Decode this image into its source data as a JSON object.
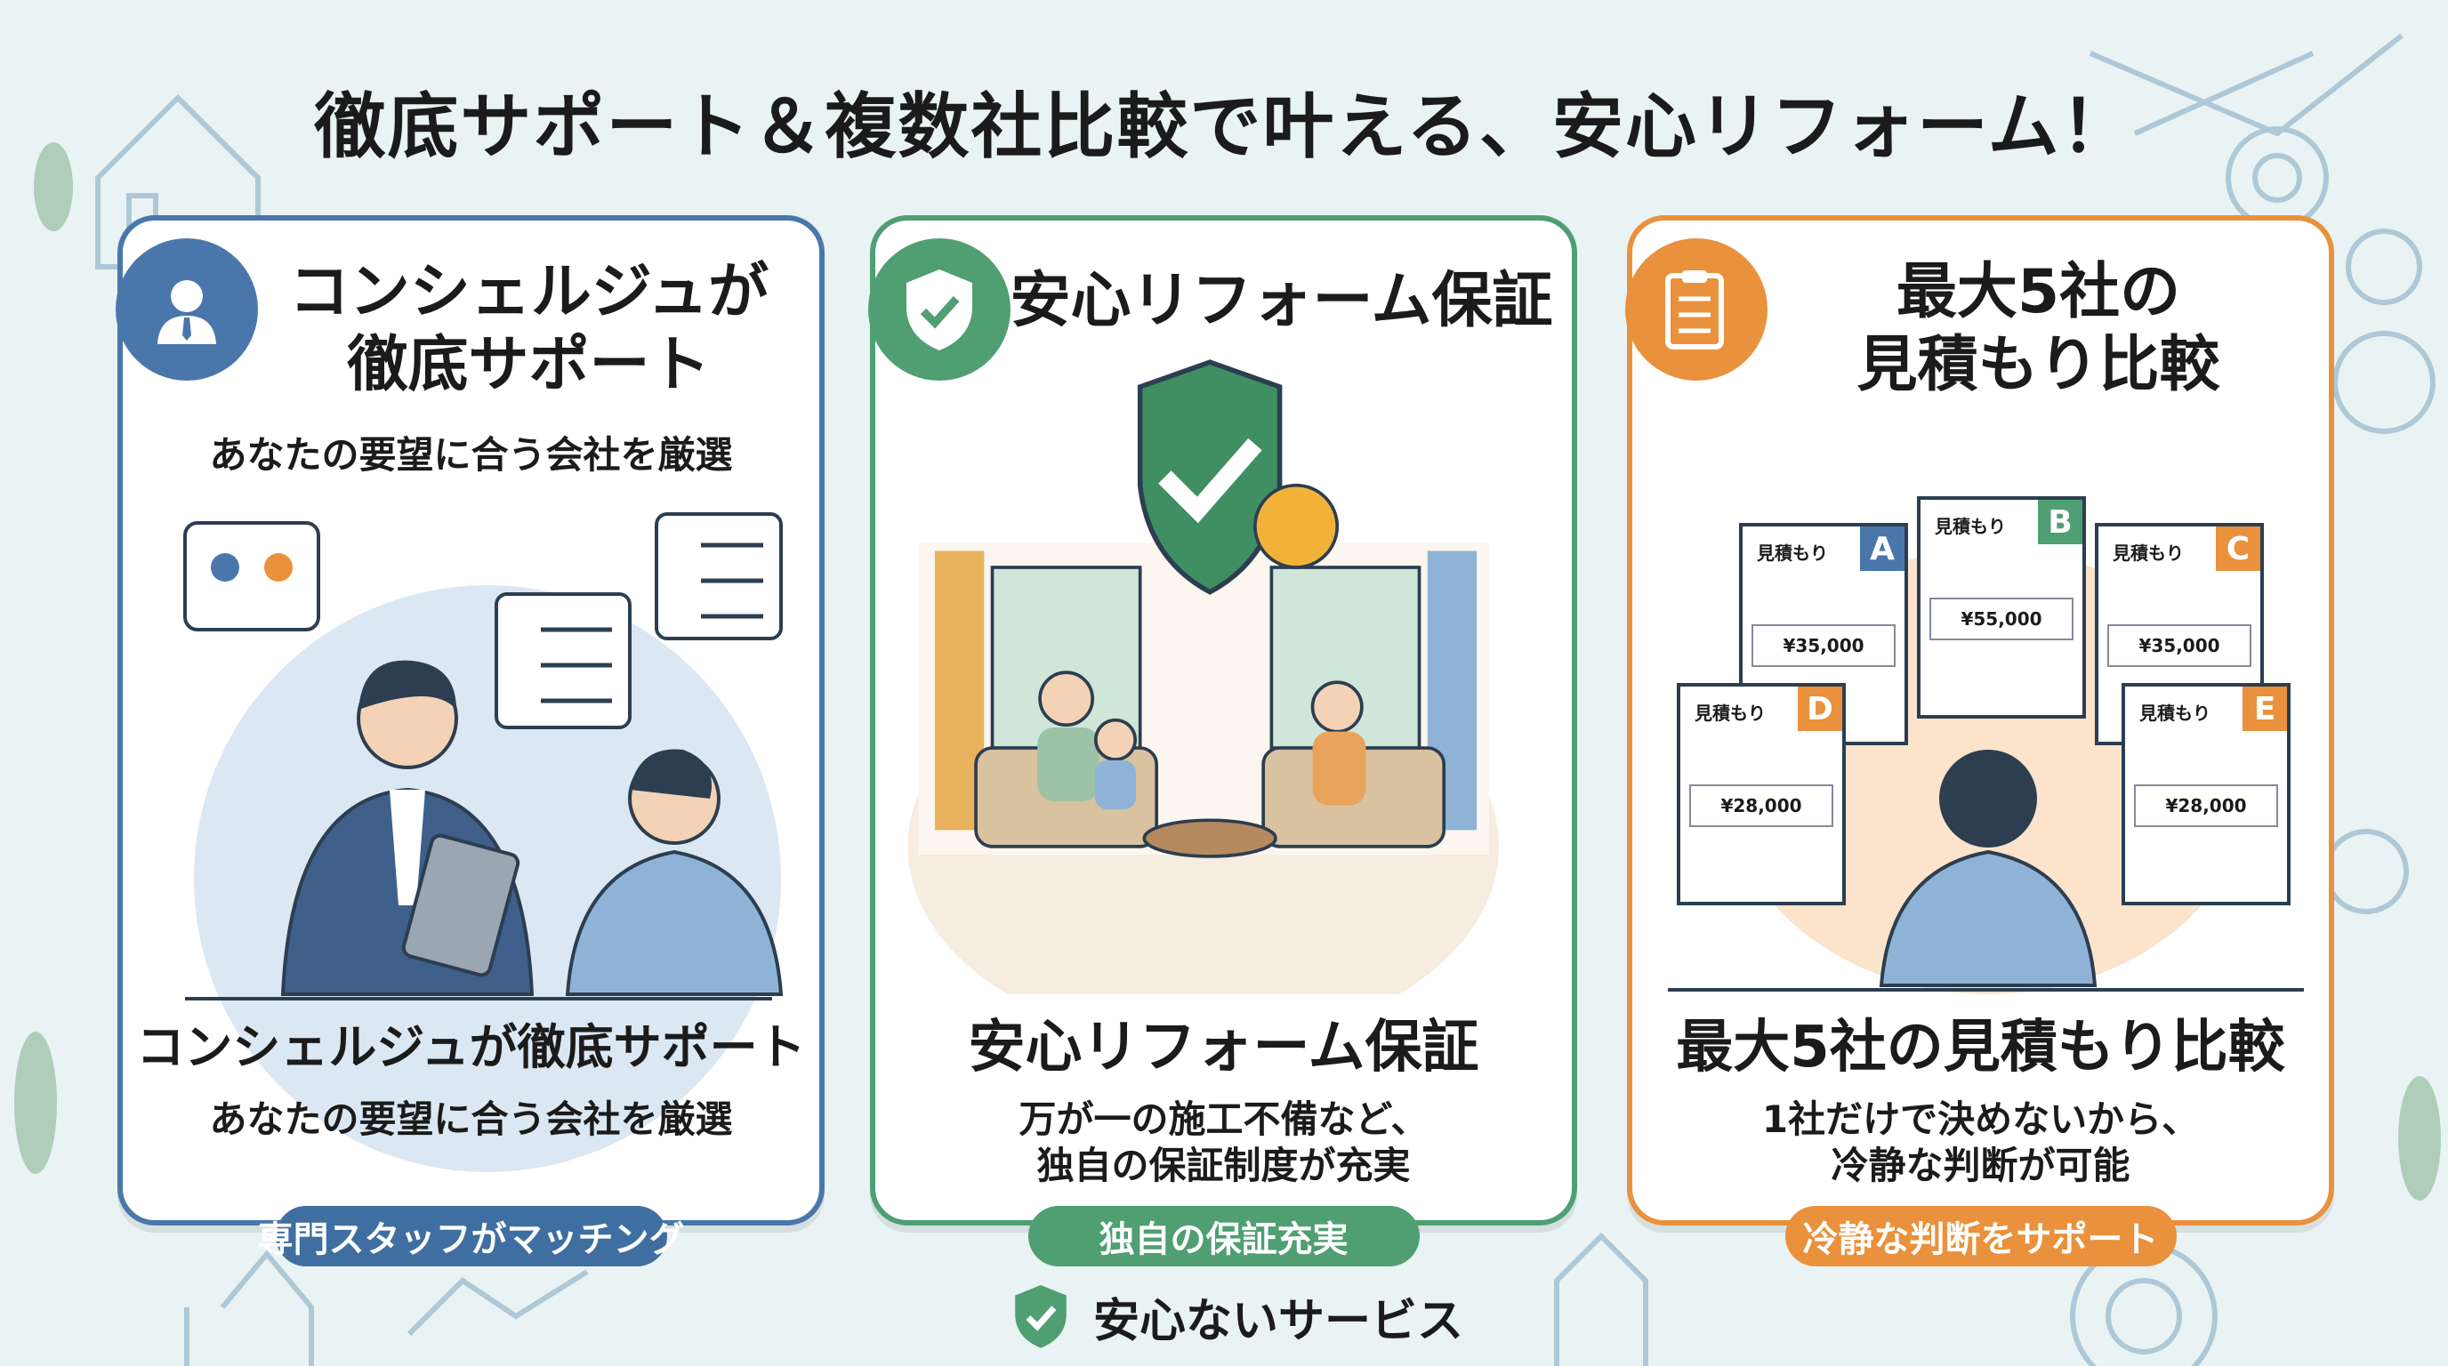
{
  "title": "徹底サポート＆複数社比較で叶える、安心リフォーム！",
  "cards": [
    {
      "header_title": "コンシェルジュが徹底サポート",
      "header_subtitle": "あなたの要望に合う会社を厳選",
      "icon": "concierge-person-icon",
      "title": "コンシェルジュが徹底サポート",
      "description": "あなたの要望に合う会社を厳選",
      "badge": "専門スタッフがマッチング",
      "color": "#4a77ab"
    },
    {
      "header_title": "安心リフォーム保証",
      "icon": "shield-check-icon",
      "title": "安心リフォーム保証",
      "description_lines": [
        "万が一の施工不備など、",
        "独自の保証制度が充実"
      ],
      "badge": "独自の保証充実",
      "color": "#4f9f72"
    },
    {
      "header_title_lines": [
        "最大5社の",
        "見積もり比較"
      ],
      "icon": "clipboard-checklist-icon",
      "title": "最大5社の見積もり比較",
      "description_lines": [
        "1社だけで決めないから、",
        "冷静な判断が可能"
      ],
      "badge": "冷静な判断をサポート",
      "color": "#e9913c",
      "estimates": [
        {
          "label": "見積もり",
          "letter": "A",
          "price": "¥35,000",
          "color": "#4a77ab"
        },
        {
          "label": "見積もり",
          "letter": "B",
          "price": "¥55,000",
          "color": "#4f9f72"
        },
        {
          "label": "見積もり",
          "letter": "C",
          "price": "¥35,000",
          "color": "#e9913c"
        },
        {
          "label": "見積もり",
          "letter": "D",
          "price": "¥28,000",
          "color": "#e9913c"
        },
        {
          "label": "見積もり",
          "letter": "E",
          "price": "¥28,000",
          "color": "#e9913c"
        }
      ]
    }
  ],
  "footer": {
    "label": "安心ないサービス",
    "icon": "shield-check-icon"
  }
}
